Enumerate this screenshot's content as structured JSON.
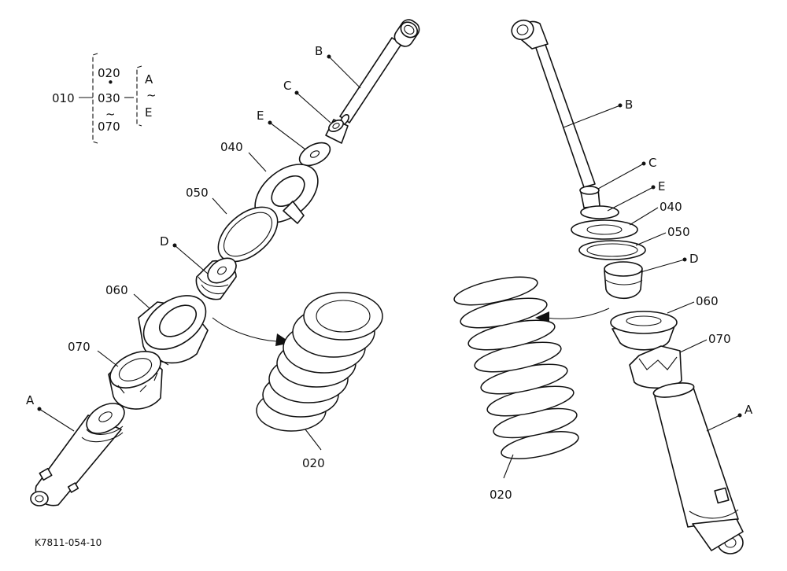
{
  "bom": {
    "assy": "010",
    "items": [
      "020",
      "030",
      "070"
    ],
    "dot": "•",
    "range_sym": "~",
    "sub_from": "A",
    "sub_to": "E"
  },
  "left_labels": {
    "A": "A",
    "B": "B",
    "C": "C",
    "D": "D",
    "E": "E",
    "p020": "020",
    "p040": "040",
    "p050": "050",
    "p060": "060",
    "p070": "070"
  },
  "right_labels": {
    "A": "A",
    "B": "B",
    "C": "C",
    "D": "D",
    "E": "E",
    "p020": "020",
    "p040": "040",
    "p050": "050",
    "p060": "060",
    "p070": "070"
  },
  "footer": {
    "drawing_code": "K7811-054-10"
  }
}
